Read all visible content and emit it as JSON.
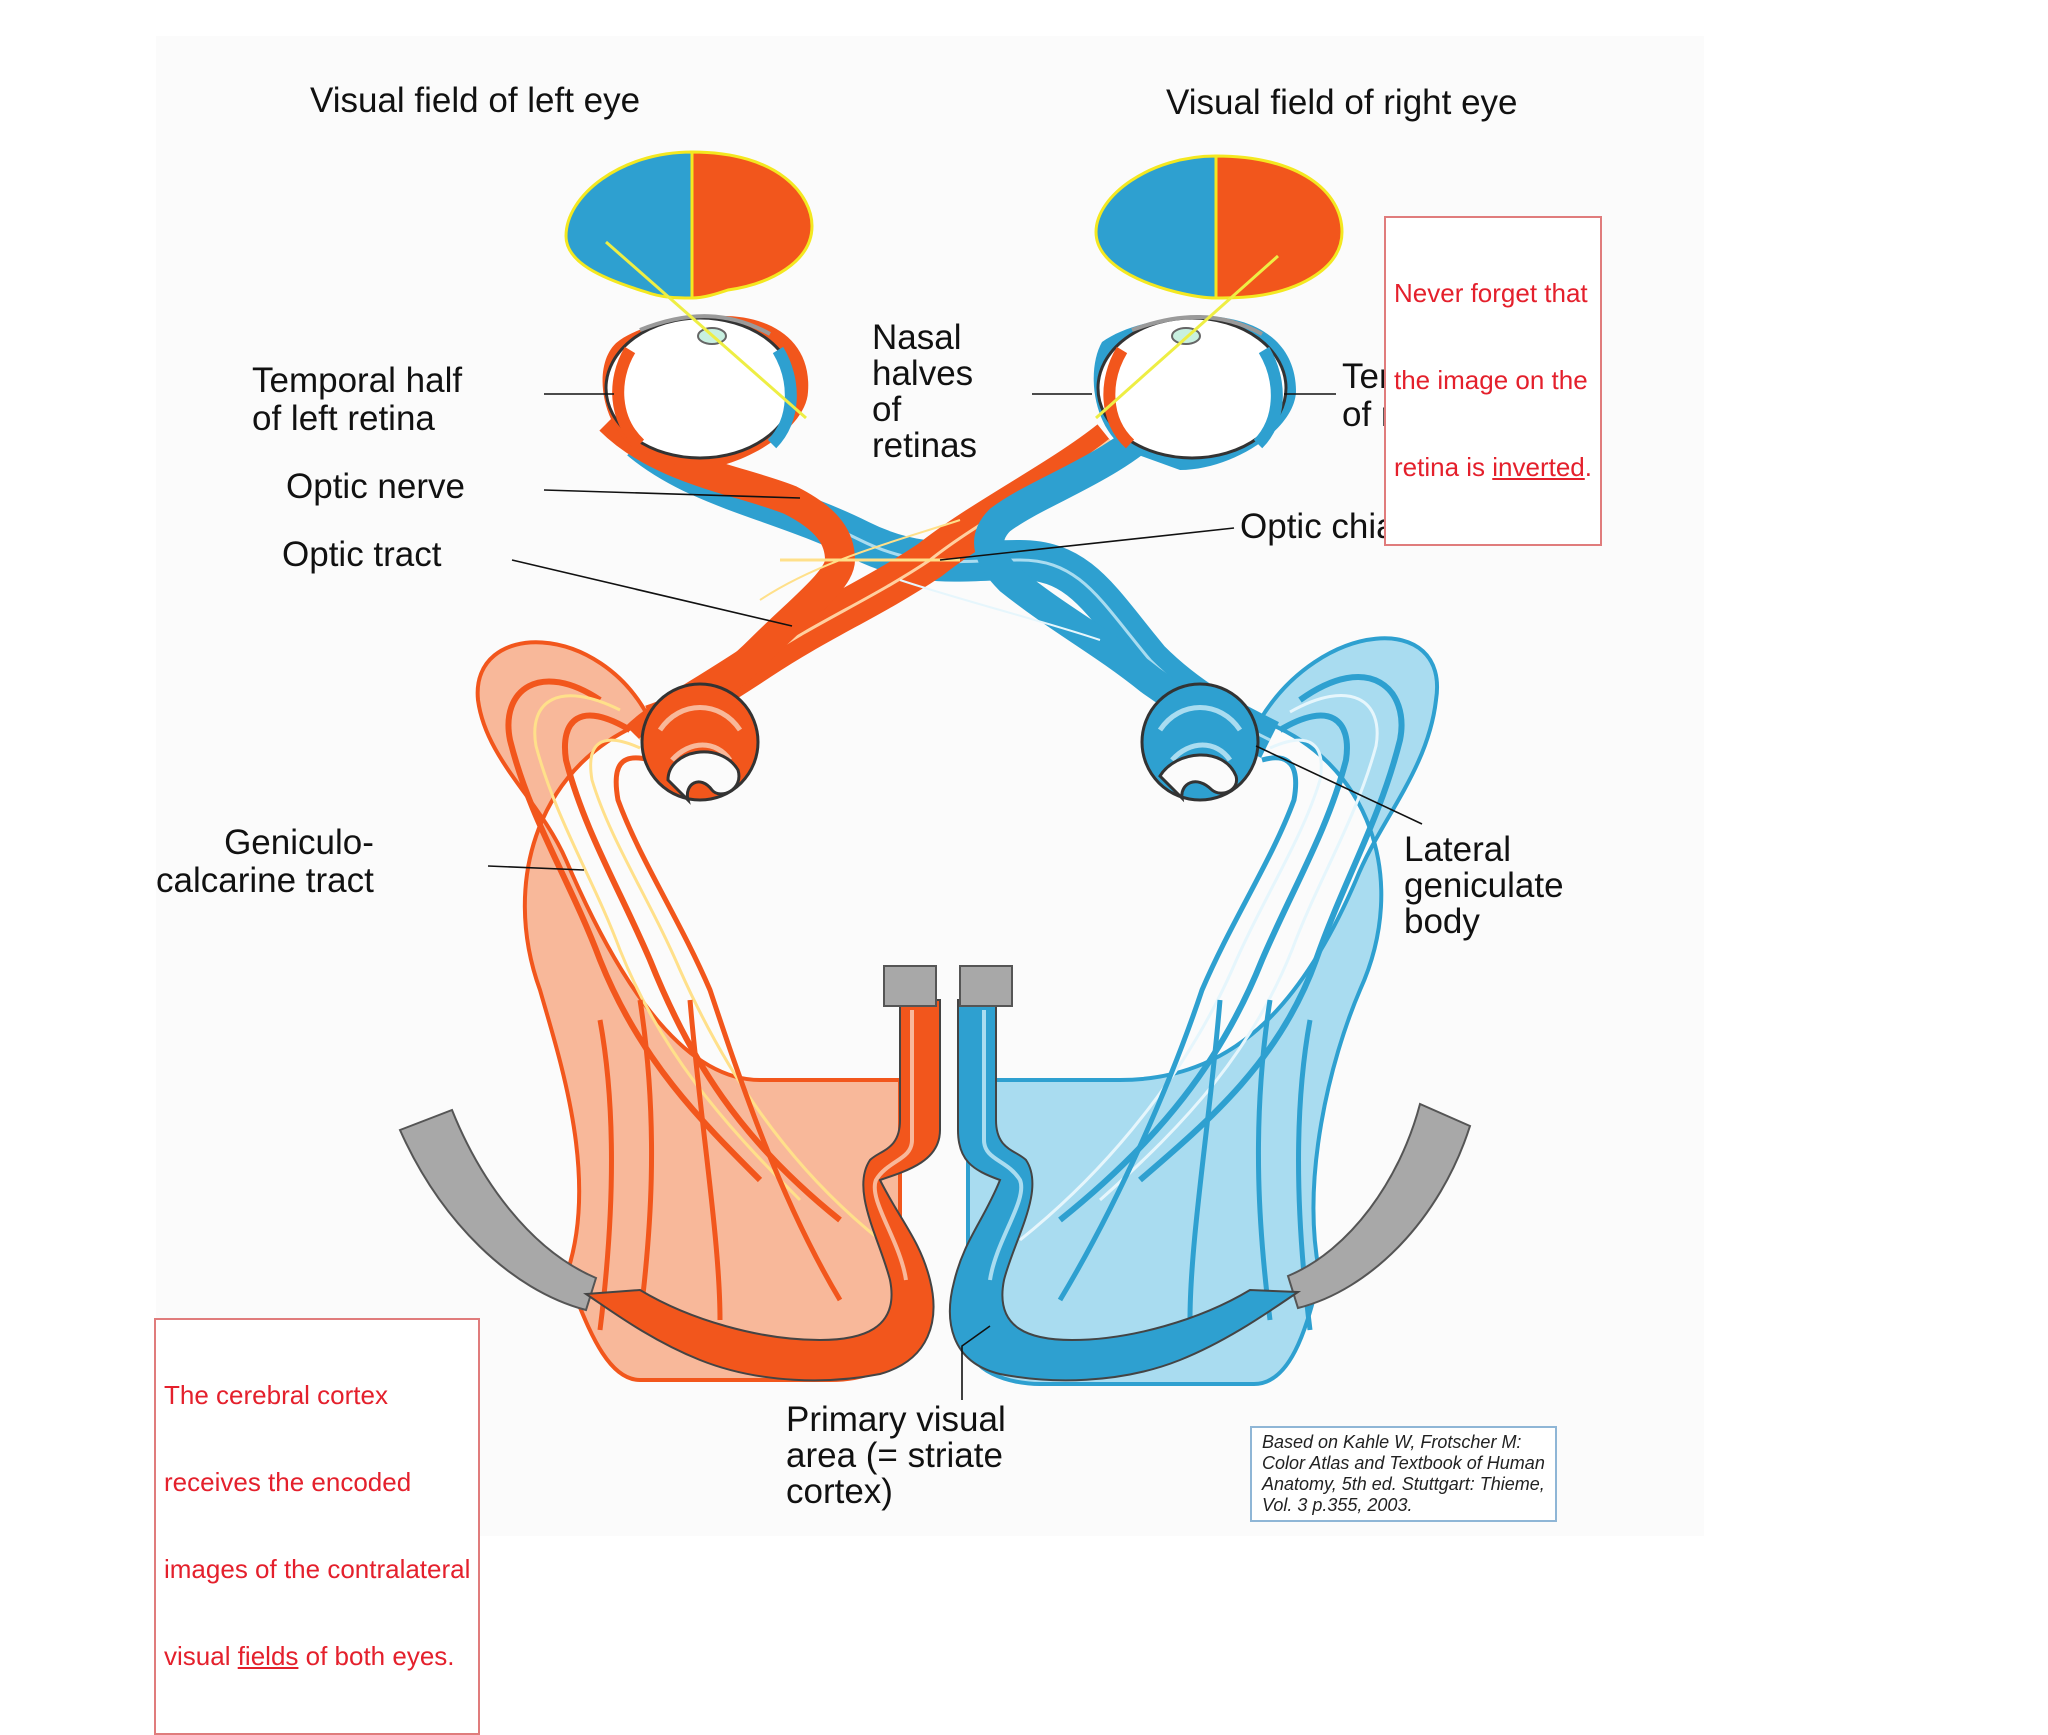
{
  "headings": {
    "left_field": "Visual field of left eye",
    "right_field": "Visual field of right eye"
  },
  "labels": {
    "temporal_left": "Temporal half\nof left retina",
    "nasal": "Nasal\nhalves\nof\nretinas",
    "temporal_right": "Temporal half\nof right retina",
    "optic_nerve": "Optic nerve",
    "optic_tract": "Optic tract",
    "optic_chiasma": "Optic chiasma",
    "geniculo": "Geniculo-\ncalcarine tract",
    "lateral_geniculate": "Lateral\ngeniculate\nbody",
    "primary_visual": "Primary visual\narea (= striate\ncortex)"
  },
  "notes": {
    "retina": {
      "line1": "Never forget that",
      "line2": "the image on the",
      "line3a": "retina is ",
      "line3b": "inverted",
      "line3c": "."
    },
    "cortex": {
      "line1": "The cerebral cortex",
      "line2": "receives the encoded",
      "line3": "images of the contralateral",
      "line4a": "visual ",
      "line4b": "fields",
      "line4c": " of both eyes."
    },
    "citation": "Based on Kahle W, Frotscher M:\nColor Atlas and Textbook of Human\nAnatomy, 5th ed. Stuttgart: Thieme,\nVol. 3 p.355, 2003."
  },
  "colors": {
    "blue": "#2ea0d0",
    "blue_light": "#a9dcf0",
    "orange": "#f2561c",
    "orange_light": "#f8b89a",
    "yellow": "#f4e820",
    "gray": "#a8a8a8",
    "note_red": "#e4202c"
  }
}
